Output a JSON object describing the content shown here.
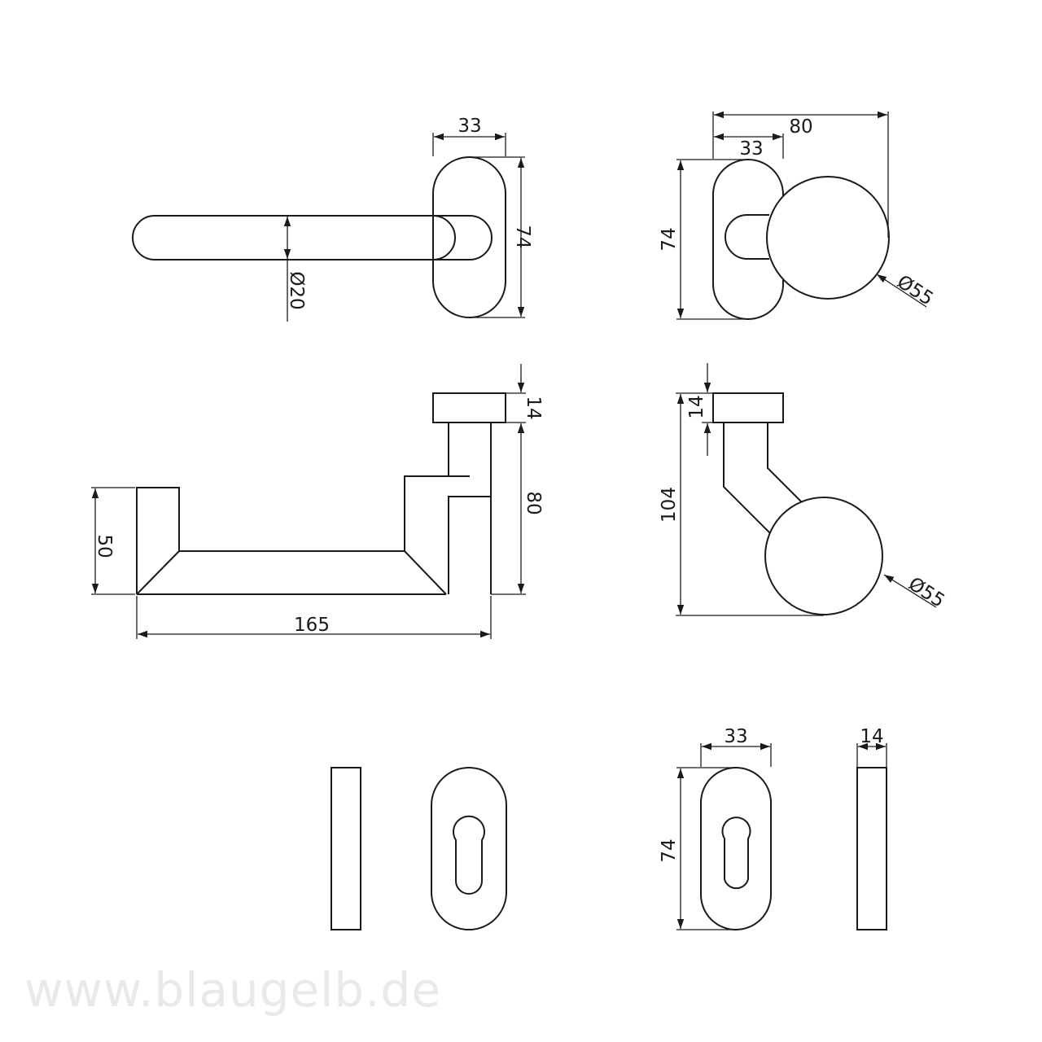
{
  "watermark": "www.blaugelb.de",
  "dimensions": {
    "lever_rose_width": "33",
    "lever_rose_height": "74",
    "lever_diameter": "Ø20",
    "knob_total_width": "80",
    "knob_rose_width": "33",
    "knob_rose_height": "74",
    "knob_diameter_top": "Ø55",
    "lever_rose_thickness": "14",
    "lever_projection": "80",
    "lever_height": "50",
    "lever_length": "165",
    "knob_rose_thickness": "14",
    "knob_projection": "104",
    "knob_diameter_side": "Ø55",
    "escutcheon_width": "33",
    "escutcheon_height": "74",
    "escutcheon_thickness": "14"
  }
}
